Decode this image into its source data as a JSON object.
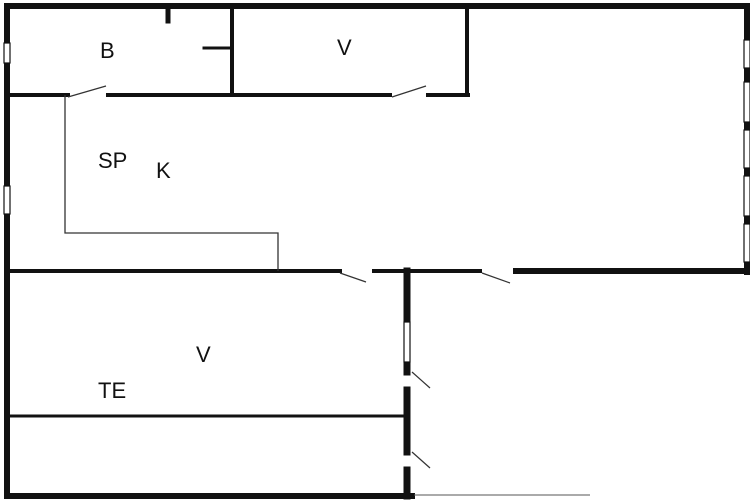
{
  "plan": {
    "colors": {
      "background": "#ffffff",
      "wall": "#111111",
      "thin_line": "#333333",
      "window": "#ffffff",
      "text": "#111111"
    },
    "rooms": {
      "bathroom": {
        "label": "B"
      },
      "bedroom_top": {
        "label": "V"
      },
      "kitchen_dining_prefix": {
        "label": "SP"
      },
      "kitchen_dining_suffix": {
        "label": "K"
      },
      "bedroom_bottom": {
        "label": "V"
      },
      "terrace": {
        "label": "TE"
      }
    }
  }
}
